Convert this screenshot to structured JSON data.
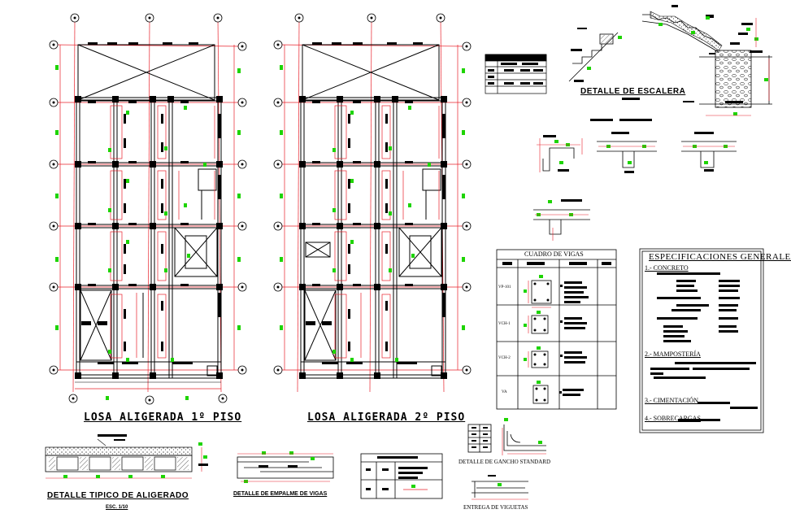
{
  "plans": [
    {
      "title": "LOSA ALIGERADA 1º PISO"
    },
    {
      "title": "LOSA ALIGERADA 2º PISO"
    }
  ],
  "details": {
    "stair_title": "DETALLE  DE ESCALERA",
    "aligerado_title": "DETALLE TIPICO DE ALIGERADO",
    "aligerado_scale": "ESC.  1/10",
    "empalme_title": "DETALLE DE EMPALME DE VIGAS",
    "gancho_title": "DETALLE DE GANCHO STANDARD",
    "viguetas_title": "ENTREGA DE VIGUETAS"
  },
  "beam_table": {
    "title": "CUADRO DE VIGAS",
    "rows": [
      {
        "code": "VP-101"
      },
      {
        "code": "VCH-1"
      },
      {
        "code": "VCH-2"
      },
      {
        "code": "VA"
      }
    ]
  },
  "specs": {
    "title": "ESPECIFICACIONES GENERALES",
    "sections": [
      {
        "label": "1.- CONCRETO"
      },
      {
        "label": "2.- MAMPOSTERÍA"
      },
      {
        "label": "3.- CIMENTACIÓN"
      },
      {
        "label": "4.- SOBRECARGAS"
      }
    ]
  },
  "colors": {
    "grid_line": "#e8202a",
    "dimension_mark": "#1ed400",
    "drawing": "#000000",
    "background": "#ffffff"
  }
}
